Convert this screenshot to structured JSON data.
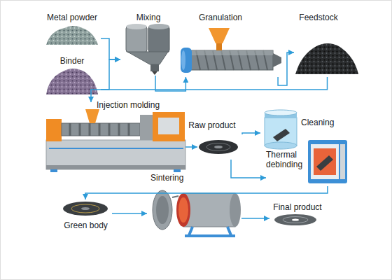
{
  "diagram": {
    "nodes": [
      {
        "text": [
          "Metal powder"
        ]
      },
      {
        "text": [
          "Binder"
        ]
      },
      {
        "text": [
          "Mixing"
        ]
      },
      {
        "text": [
          "Granulation"
        ]
      },
      {
        "text": [
          "Feedstock"
        ]
      },
      {
        "text": [
          "Injection molding"
        ]
      },
      {
        "text": [
          "Raw product"
        ]
      },
      {
        "text": [
          "Cleaning"
        ]
      },
      {
        "text": [
          "Thermal debinding"
        ]
      },
      {
        "text": [
          "Green body"
        ]
      },
      {
        "text": [
          "Sintering"
        ]
      },
      {
        "text": [
          "Final product"
        ]
      }
    ],
    "edges": [
      {
        "from": 0,
        "to": 2,
        "arrow": "to"
      },
      {
        "from": 1,
        "to": 2,
        "arrow": "to"
      },
      {
        "from": 2,
        "to": 3,
        "arrow": "to"
      },
      {
        "from": 3,
        "to": 4,
        "arrow": "to"
      },
      {
        "from": 4,
        "to": 5,
        "arrow": "to"
      },
      {
        "from": 5,
        "to": 6,
        "arrow": "to"
      },
      {
        "from": 6,
        "to": 7,
        "arrow": "to"
      },
      {
        "from": 6,
        "to": 8,
        "arrow": "to"
      },
      {
        "from": 8,
        "to": 9,
        "arrow": "to"
      },
      {
        "from": 9,
        "to": 10,
        "arrow": "to"
      },
      {
        "from": 10,
        "to": 11,
        "arrow": "to"
      }
    ]
  }
}
